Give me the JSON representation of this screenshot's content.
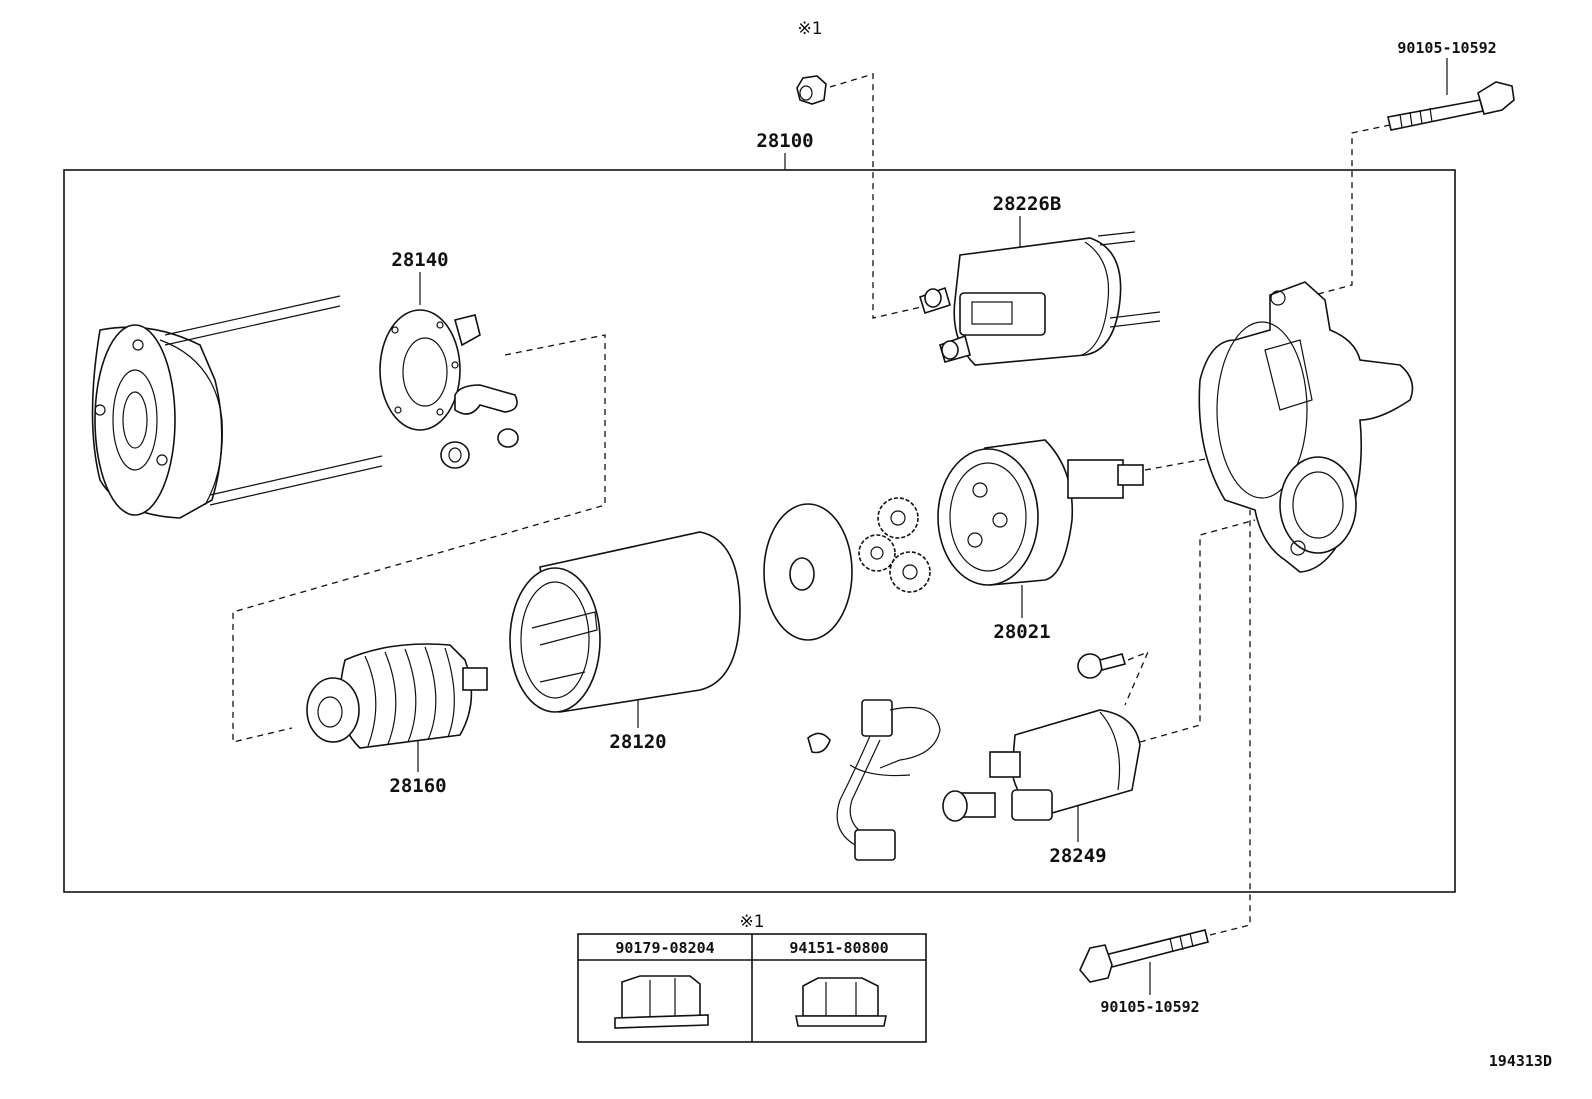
{
  "diagram_id": "194313D",
  "note_symbol": "※1",
  "callouts": {
    "assembly": "28100",
    "brush_holder_plate": "28140",
    "magnetic_switch": "28226B",
    "clutch_pinion": "28021",
    "yoke": "28120",
    "armature": "28160",
    "lever_switch": "28249",
    "bolt_top": "90105-10592",
    "bolt_bottom": "90105-10592"
  },
  "nut_table": {
    "header": "※1",
    "columns": [
      "90179-08204",
      "94151-80800"
    ]
  }
}
